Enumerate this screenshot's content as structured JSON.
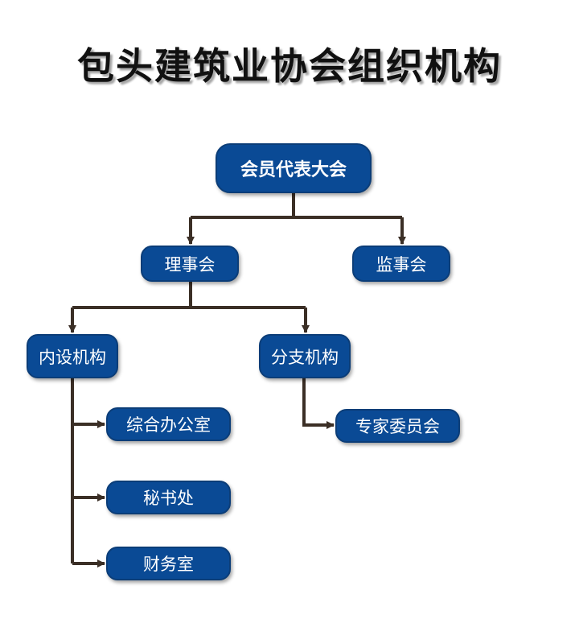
{
  "title": "包头建筑业协会组织机构",
  "nodes": {
    "assembly": "会员代表大会",
    "council": "理事会",
    "supervisors": "监事会",
    "internal": "内设机构",
    "branch": "分支机构",
    "general_office": "综合办公室",
    "secretariat": "秘书处",
    "finance": "财务室",
    "experts": "专家委员会"
  },
  "colors": {
    "node_fill": "#0a4a95",
    "connector": "#3b2f26",
    "text": "#ffffff"
  }
}
